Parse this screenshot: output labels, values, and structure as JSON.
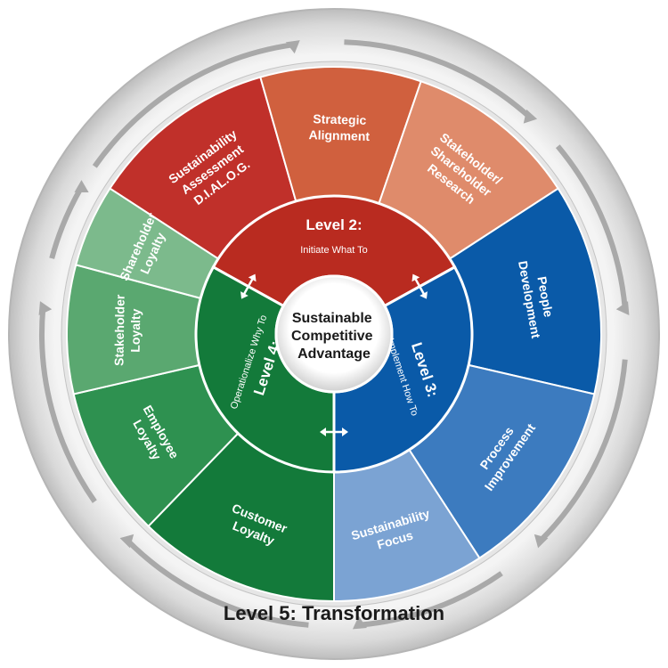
{
  "center": {
    "lines": [
      "Sustainable",
      "Competitive",
      "Advantage"
    ]
  },
  "outer_ring": {
    "title": "Level 5: Transformation"
  },
  "levels": [
    {
      "title": "Level 2:",
      "subtitle": "Initiate What To",
      "color": "#b92b20"
    },
    {
      "title": "Level 3:",
      "subtitle": "Implement How To",
      "color": "#0a5aa8"
    },
    {
      "title": "Level 4:",
      "subtitle": "Operationalize Why To",
      "color": "#137a3a"
    }
  ],
  "segments": [
    {
      "id": "sustainability-assessment",
      "lines": [
        "Sustainability",
        "Assessment",
        "D.I.AL.O.G."
      ],
      "color": "#c0302a"
    },
    {
      "id": "strategic-alignment",
      "lines": [
        "Strategic",
        "Alignment"
      ],
      "color": "#d0603e"
    },
    {
      "id": "stakeholder-shareholder-research",
      "lines": [
        "Stakeholder/",
        "Shareholder",
        "Research"
      ],
      "color": "#df8b6b"
    },
    {
      "id": "people-development",
      "lines": [
        "People",
        "Development"
      ],
      "color": "#0a5aa8"
    },
    {
      "id": "process-improvement",
      "lines": [
        "Process",
        "Improvement"
      ],
      "color": "#3c7bbf"
    },
    {
      "id": "sustainability-focus",
      "lines": [
        "Sustainability",
        "Focus"
      ],
      "color": "#7ba3d3"
    },
    {
      "id": "customer-loyalty",
      "lines": [
        "Customer",
        "Loyalty"
      ],
      "color": "#137a3a"
    },
    {
      "id": "employee-loyalty",
      "lines": [
        "Employee",
        "Loyalty"
      ],
      "color": "#2e9150"
    },
    {
      "id": "stakeholder-loyalty",
      "lines": [
        "Stakeholder",
        "Loyalty"
      ],
      "color": "#5aa870"
    },
    {
      "id": "shareholder-loyalty",
      "lines": [
        "Shareholder",
        "Loyalty"
      ],
      "color": "#7cba8c"
    }
  ]
}
